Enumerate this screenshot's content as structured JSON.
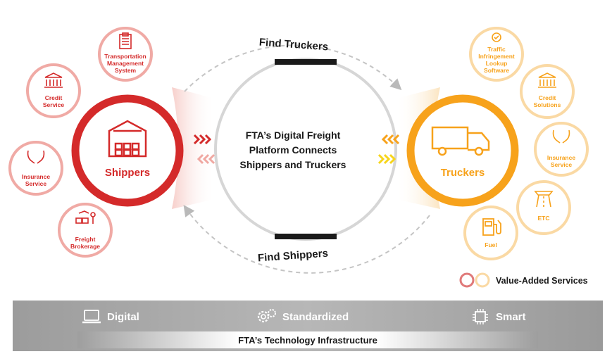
{
  "hub": {
    "line1": "FTA’s Digital Freight",
    "line2": "Platform Connects",
    "line3": "Shippers and Truckers"
  },
  "arcs": {
    "top_label": "Find Truckers",
    "bottom_label": "Find Shippers"
  },
  "shippers": {
    "label": "Shippers",
    "color": "#d42a2a",
    "services": [
      {
        "lines": [
          "Transportation",
          "Management",
          "System"
        ],
        "icon": "clipboard-icon"
      },
      {
        "lines": [
          "Credit",
          "Service"
        ],
        "icon": "bank-icon"
      },
      {
        "lines": [
          "Insurance",
          "Service"
        ],
        "icon": "hands-icon"
      },
      {
        "lines": [
          "Freight",
          "Brokerage"
        ],
        "icon": "brokerage-icon"
      }
    ]
  },
  "truckers": {
    "label": "Truckers",
    "color": "#f7a21b",
    "services": [
      {
        "lines": [
          "Traffic",
          "Infringement",
          "Lookup",
          "Software"
        ],
        "icon": "software-icon"
      },
      {
        "lines": [
          "Credit",
          "Solutions"
        ],
        "icon": "bank-icon"
      },
      {
        "lines": [
          "Insurance",
          "Service"
        ],
        "icon": "hands-icon"
      },
      {
        "lines": [
          "ETC"
        ],
        "icon": "highway-icon"
      },
      {
        "lines": [
          "Fuel"
        ],
        "icon": "fuel-pump-icon"
      }
    ]
  },
  "legend": {
    "label": "Value-Added Services"
  },
  "infrastructure": {
    "pillars": [
      {
        "label": "Digital",
        "icon": "laptop-icon"
      },
      {
        "label": "Standardized",
        "icon": "gears-icon"
      },
      {
        "label": "Smart",
        "icon": "chip-icon"
      }
    ],
    "title": "FTA’s Technology Infrastructure"
  }
}
